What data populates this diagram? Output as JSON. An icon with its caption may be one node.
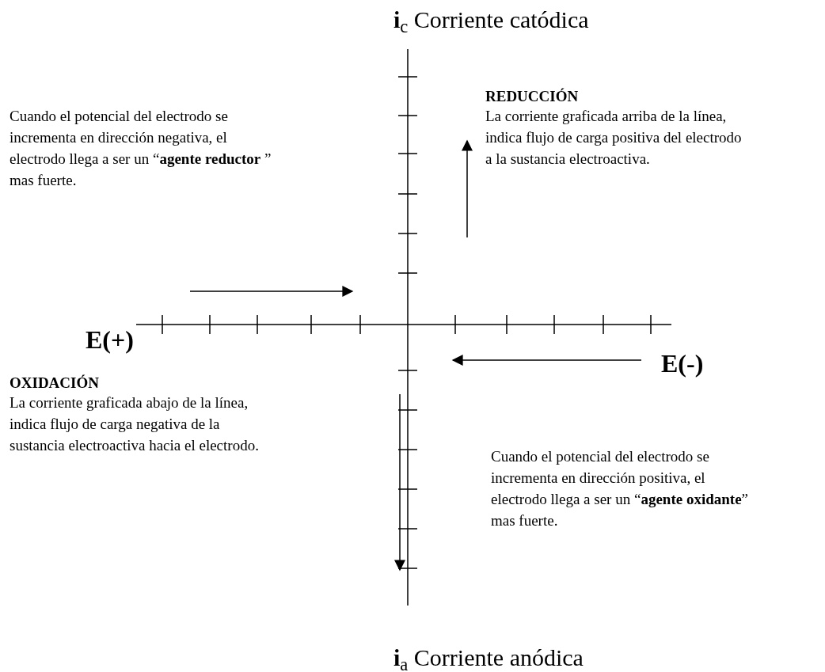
{
  "diagram": {
    "labels": [
      "**i**$_{c}$ Corriente catódica",
      "REDUCCIÓN",
      "Cuando el potencial del electrodo se incrementa en dirección negativa, el electrodo llega a ser un “**agente reductor** ” mas fuerte.",
      "La corriente graficada arriba de la línea, indica flujo de carga positiva del electrodo a la sustancia electroactiva.",
      "E(+)",
      "E(-)",
      "OXIDACIÓN",
      "La corriente graficada abajo de la línea, indica flujo de carga negativa de la sustancia electroactiva hacia el electrodo.",
      "Cuando el potencial del electrodo se incrementa en dirección positiva, el electrodo llega a ser un “**agente oxidante**” mas fuerte.",
      "**i**$_{a}$ Corriente anódica"
    ]
  }
}
